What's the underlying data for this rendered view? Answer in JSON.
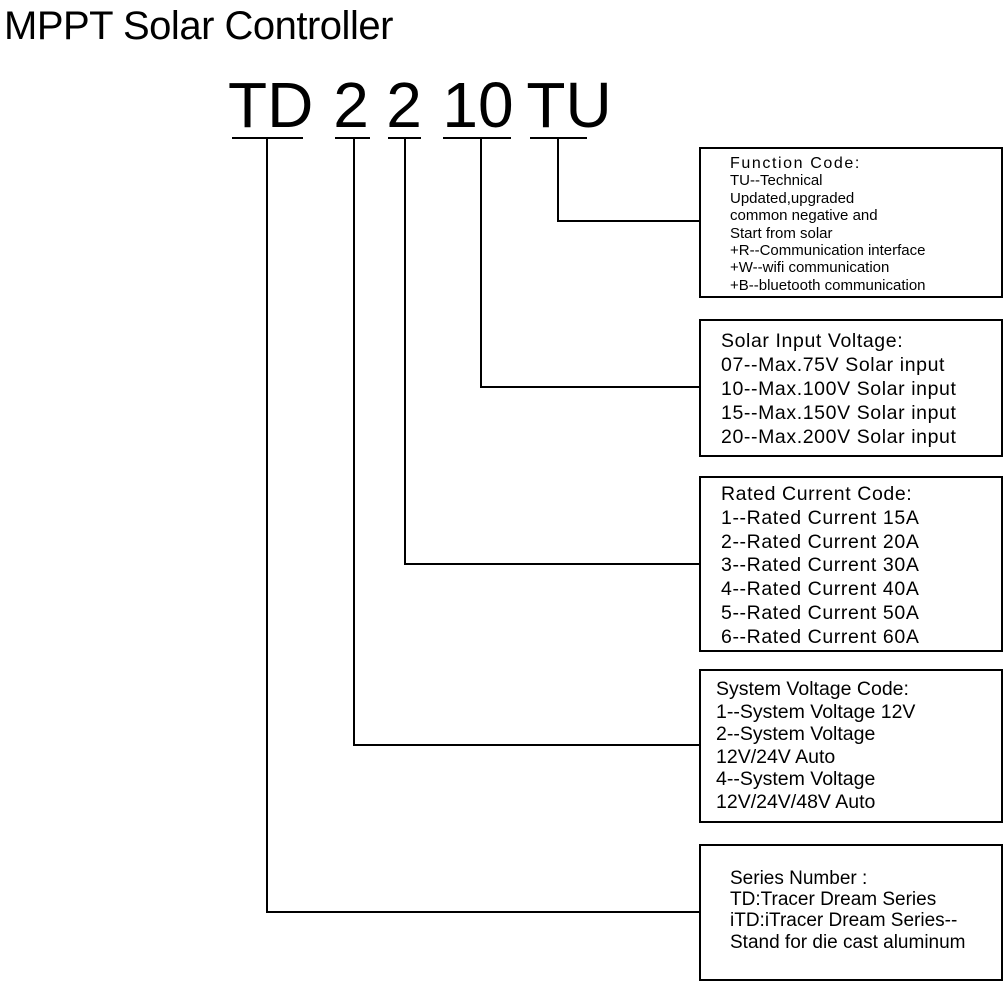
{
  "title": "MPPT Solar Controller",
  "model_code": {
    "segments": [
      "TD",
      "2",
      "2",
      "10",
      "TU"
    ]
  },
  "boxes": {
    "function_code": {
      "heading": "Function Code:",
      "lines": [
        "TU--Technical",
        "Updated,upgraded",
        "common negative and",
        "Start from solar",
        "+R--Communication interface",
        "+W--wifi communication",
        "+B--bluetooth communication"
      ]
    },
    "solar_input_voltage": {
      "heading": "Solar Input Voltage:",
      "lines": [
        "07--Max.75V Solar input",
        "10--Max.100V Solar input",
        "15--Max.150V Solar input",
        "20--Max.200V Solar input"
      ]
    },
    "rated_current_code": {
      "heading": "Rated Current Code:",
      "lines": [
        "1--Rated Current 15A",
        "2--Rated Current 20A",
        "3--Rated Current 30A",
        "4--Rated Current 40A",
        "5--Rated Current 50A",
        "6--Rated Current 60A"
      ]
    },
    "system_voltage_code": {
      "heading": "System Voltage Code:",
      "lines": [
        "1--System Voltage 12V",
        "2--System Voltage",
        "12V/24V Auto",
        "4--System Voltage",
        "12V/24V/48V Auto"
      ]
    },
    "series_number": {
      "heading": "Series Number :",
      "lines": [
        "TD:Tracer Dream Series",
        "iTD:iTracer Dream Series--",
        "Stand for die cast aluminum"
      ]
    }
  }
}
